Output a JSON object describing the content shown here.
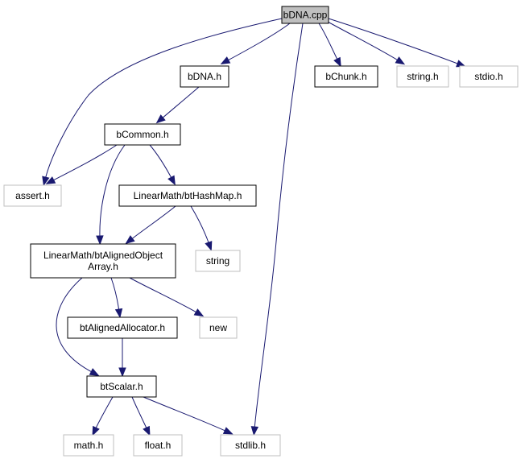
{
  "diagram": {
    "nodes": [
      {
        "id": "bdna_cpp",
        "label": "bDNA.cpp",
        "kind": "root"
      },
      {
        "id": "bdna_h",
        "label": "bDNA.h",
        "kind": "internal"
      },
      {
        "id": "bchunk_h",
        "label": "bChunk.h",
        "kind": "internal"
      },
      {
        "id": "string_h",
        "label": "string.h",
        "kind": "external"
      },
      {
        "id": "stdio_h",
        "label": "stdio.h",
        "kind": "external"
      },
      {
        "id": "bcommon_h",
        "label": "bCommon.h",
        "kind": "internal"
      },
      {
        "id": "assert_h",
        "label": "assert.h",
        "kind": "external"
      },
      {
        "id": "bthashmap_h",
        "label": "LinearMath/btHashMap.h",
        "kind": "internal"
      },
      {
        "id": "string",
        "label": "string",
        "kind": "external"
      },
      {
        "id": "btalignedobjectarray_h",
        "label_lines": [
          "LinearMath/btAlignedObject",
          "Array.h"
        ],
        "kind": "internal"
      },
      {
        "id": "new",
        "label": "new",
        "kind": "external"
      },
      {
        "id": "btalignedallocator_h",
        "label": "btAlignedAllocator.h",
        "kind": "internal"
      },
      {
        "id": "btscalar_h",
        "label": "btScalar.h",
        "kind": "internal"
      },
      {
        "id": "math_h",
        "label": "math.h",
        "kind": "external"
      },
      {
        "id": "float_h",
        "label": "float.h",
        "kind": "external"
      },
      {
        "id": "stdlib_h",
        "label": "stdlib.h",
        "kind": "external"
      }
    ],
    "edges": [
      {
        "from": "bdna_cpp",
        "to": "bdna_h"
      },
      {
        "from": "bdna_cpp",
        "to": "bchunk_h"
      },
      {
        "from": "bdna_cpp",
        "to": "string_h"
      },
      {
        "from": "bdna_cpp",
        "to": "stdio_h"
      },
      {
        "from": "bdna_cpp",
        "to": "assert_h"
      },
      {
        "from": "bdna_cpp",
        "to": "stdlib_h"
      },
      {
        "from": "bdna_h",
        "to": "bcommon_h"
      },
      {
        "from": "bcommon_h",
        "to": "assert_h"
      },
      {
        "from": "bcommon_h",
        "to": "bthashmap_h"
      },
      {
        "from": "bcommon_h",
        "to": "btalignedobjectarray_h"
      },
      {
        "from": "bthashmap_h",
        "to": "btalignedobjectarray_h"
      },
      {
        "from": "bthashmap_h",
        "to": "string"
      },
      {
        "from": "btalignedobjectarray_h",
        "to": "btalignedallocator_h"
      },
      {
        "from": "btalignedobjectarray_h",
        "to": "new"
      },
      {
        "from": "btalignedobjectarray_h",
        "to": "btscalar_h"
      },
      {
        "from": "btalignedallocator_h",
        "to": "btscalar_h"
      },
      {
        "from": "btscalar_h",
        "to": "math_h"
      },
      {
        "from": "btscalar_h",
        "to": "float_h"
      },
      {
        "from": "btscalar_h",
        "to": "stdlib_h"
      }
    ],
    "colors": {
      "edge": "#191970",
      "root_fill": "#bfbfbf",
      "internal_border": "#000000",
      "external_border": "#bfbfbf",
      "text": "#000000"
    }
  }
}
